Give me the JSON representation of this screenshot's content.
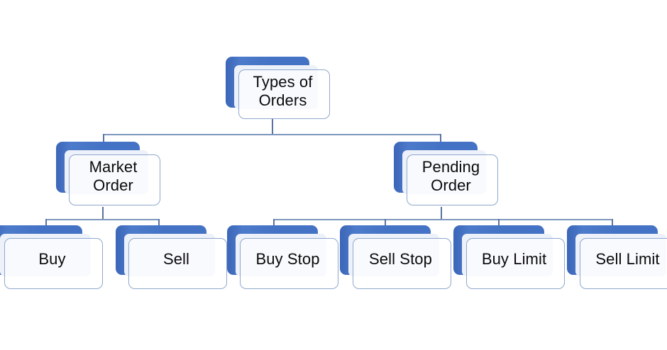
{
  "diagram": {
    "title": "Types of Orders",
    "type": "organizational-tree",
    "colors": {
      "shadow_box": "#4472C4",
      "inner_box": "#EDF1F9",
      "outer_box_border": "#8FA8CE",
      "connector": "#7D96BD",
      "connector_stem": "#5A73A0",
      "text": "#0b0b0b",
      "background": "#FFFFFF"
    },
    "levels": [
      {
        "level": 0,
        "nodes": [
          {
            "id": "root",
            "label": "Types of\nOrders"
          }
        ]
      },
      {
        "level": 1,
        "nodes": [
          {
            "id": "market-order",
            "label": "Market\nOrder"
          },
          {
            "id": "pending-order",
            "label": "Pending\nOrder"
          }
        ]
      },
      {
        "level": 2,
        "nodes": [
          {
            "id": "buy",
            "label": "Buy",
            "parent": "market-order"
          },
          {
            "id": "sell",
            "label": "Sell",
            "parent": "market-order"
          },
          {
            "id": "buy-stop",
            "label": "Buy Stop",
            "parent": "pending-order"
          },
          {
            "id": "sell-stop",
            "label": "Sell Stop",
            "parent": "pending-order"
          },
          {
            "id": "buy-limit",
            "label": "Buy Limit",
            "parent": "pending-order"
          },
          {
            "id": "sell-limit",
            "label": "Sell Limit",
            "parent": "pending-order"
          }
        ]
      }
    ],
    "edges": [
      {
        "from": "root",
        "to": "market-order"
      },
      {
        "from": "root",
        "to": "pending-order"
      },
      {
        "from": "market-order",
        "to": "buy"
      },
      {
        "from": "market-order",
        "to": "sell"
      },
      {
        "from": "pending-order",
        "to": "buy-stop"
      },
      {
        "from": "pending-order",
        "to": "sell-stop"
      },
      {
        "from": "pending-order",
        "to": "buy-limit"
      },
      {
        "from": "pending-order",
        "to": "sell-limit"
      }
    ]
  }
}
